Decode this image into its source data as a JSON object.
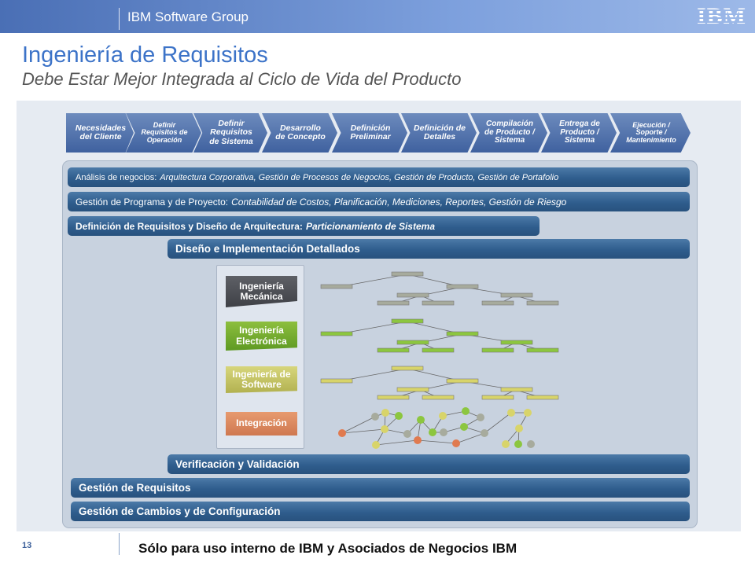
{
  "header": {
    "group": "IBM Software Group",
    "logo": "IBM"
  },
  "title": "Ingeniería de Requisitos",
  "subtitle": "Debe Estar Mejor Integrada al Ciclo de Vida del Producto",
  "phases": [
    "Necesidades del Cliente",
    "Definir Requisitos de Operación",
    "Definir Requisitos de Sistema",
    "Desarrollo de Concepto",
    "Definición Preliminar",
    "Definición de Detalles",
    "Compilación de Producto / Sistema",
    "Entrega de Producto / Sistema",
    "Ejecución / Soporte / Mantenimiento"
  ],
  "bars": {
    "business_label": "Análisis de negocios:",
    "business_items": "Arquitectura Corporativa, Gestión de Procesos de Negocios, Gestión de Producto, Gestión de Portafolio",
    "program_label": "Gestión de Programa y de Proyecto:",
    "program_items": "Contabilidad de Costos, Planificación, Mediciones, Reportes, Gestión de Riesgo",
    "reqdef_label": "Definición de Requisitos y Diseño de Arquitectura:",
    "reqdef_items": "Particionamiento de Sistema",
    "detailed_design": "Diseño e Implementación Detallados",
    "verification": "Verificación y Validación",
    "req_mgmt": "Gestión de Requisitos",
    "change_mgmt": "Gestión de Cambios y de Configuración"
  },
  "disciplines": {
    "mechanical": "Ingeniería Mecánica",
    "electronic": "Ingeniería Electrónica",
    "software": "Ingeniería de Software",
    "integration": "Integración"
  },
  "colors": {
    "mechanical": "#a7ab9d",
    "electronic": "#8cc63f",
    "software": "#d8d46a",
    "integration_orange": "#e07a4f",
    "bar_blue": "#2f5d8d"
  },
  "footer": {
    "page_number": "13",
    "text": "Sólo para uso interno de IBM y Asociados de Negocios IBM"
  }
}
